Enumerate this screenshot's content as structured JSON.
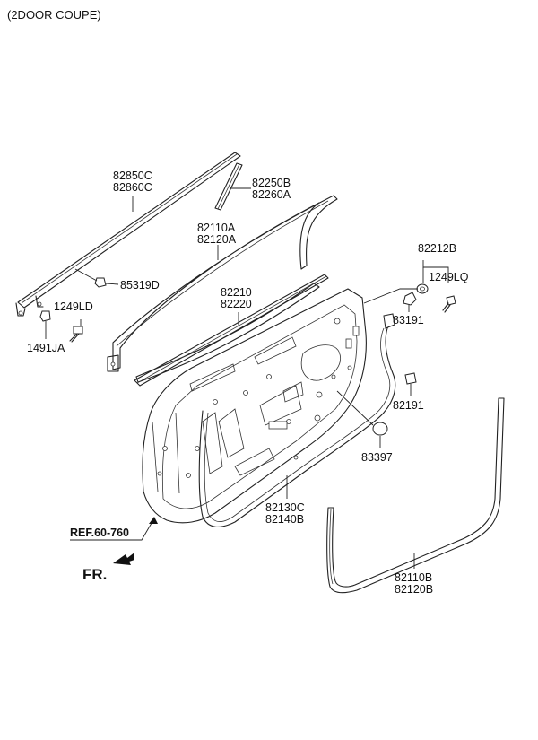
{
  "header": {
    "variant": "(2DOOR COUPE)"
  },
  "labels": {
    "p82850c": "82850C",
    "p82860c": "82860C",
    "p82250b": "82250B",
    "p82260a": "82260A",
    "p82110a": "82110A",
    "p82120a": "82120A",
    "p85319d": "85319D",
    "p1249ld": "1249LD",
    "p1491ja": "1491JA",
    "p82210": "82210",
    "p82220": "82220",
    "p82212b": "82212B",
    "p1249lq": "1249LQ",
    "p83191": "83191",
    "p82191": "82191",
    "p83397": "83397",
    "p82130c": "82130C",
    "p82140b": "82140B",
    "p82110b": "82110B",
    "p82120b": "82120B"
  },
  "reference": "REF.60-760",
  "direction": "FR."
}
